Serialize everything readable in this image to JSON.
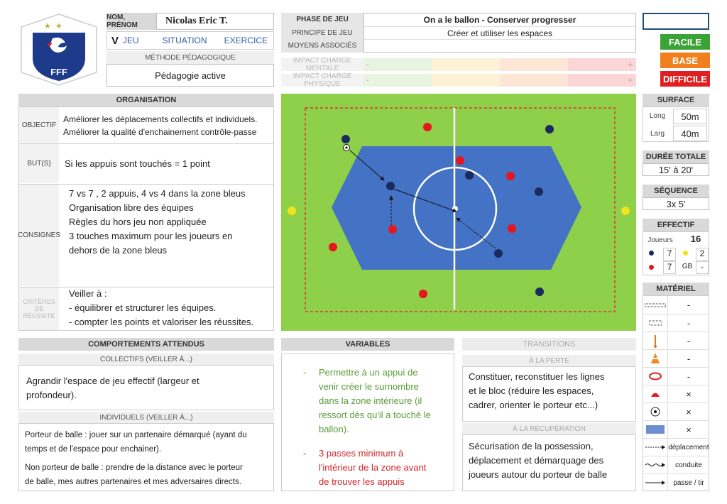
{
  "identity": {
    "nom_label": "NOM, PRÉNOM",
    "nom_value": "Nicolas Eric T.",
    "check": "V",
    "tabs": [
      "JEU",
      "SITUATION",
      "EXERCICE"
    ],
    "methode_label": "MÉTHODE PÉDAGOGIQUE",
    "methode_value": "Pédagogie active",
    "logo_text": "FFF"
  },
  "phase": {
    "phase_label": "PHASE DE JEU",
    "principe_label": "PRINCIPE DE JEU",
    "moyens_label": "MOYENS ASSOCIÉS",
    "phase_value": "On a le ballon - Conserver progresser",
    "principe_value": "Créer et utiliser les espaces",
    "moyens_value": ""
  },
  "impact": {
    "mentale_label": "IMPACT CHARGE MENTALE",
    "physique_label": "IMPACT CHARGE PHYSIQUE",
    "minus": "-",
    "plus": "+"
  },
  "difficulty": {
    "facile": "FACILE",
    "base": "BASE",
    "difficile": "DIFFICILE",
    "colors": {
      "facile": "#3aa335",
      "base": "#f07f1e",
      "difficile": "#e02020"
    }
  },
  "organisation": {
    "title": "ORGANISATION",
    "objectif_label": "OBJECTIF",
    "objectif_lines": [
      "Améliorer les déplacements collectifs et individuels.",
      "Améliorer la qualité d'enchainement contrôle-passe"
    ],
    "but_label": "BUT(S)",
    "but_value": "Si les appuis sont touchés = 1 point",
    "consignes_label": "CONSIGNES",
    "consignes_lines": [
      "7 vs 7 , 2 appuis, 4 vs 4 dans la zone bleus",
      "Organisation libre des équipes",
      "Règles du hors jeu non appliquée",
      "3 touches maximum pour les joueurs en",
      "dehors de la zone bleus"
    ],
    "criteres_label_1": "CRITÈRES",
    "criteres_label_2": "DE RÉUSSITE",
    "criteres_lines": [
      "Veiller à :",
      "- équilibrer et structurer les équipes.",
      "- compter les points et valoriser les réussites."
    ]
  },
  "field": {
    "colors": {
      "grass": "#8ed04a",
      "zone": "#4472c4",
      "red": "#e8141e",
      "navy": "#1a2a5e",
      "yellow": "#f0e51a"
    }
  },
  "surface": {
    "title": "SURFACE",
    "long_label": "Long",
    "long_value": "50m",
    "larg_label": "Larg",
    "larg_value": "40m"
  },
  "duree": {
    "title": "DURÉE TOTALE",
    "value": "15' à 20'"
  },
  "sequence": {
    "title": "SÉQUENCE",
    "value": "3x 5'"
  },
  "effectif": {
    "title": "EFFECTIF",
    "joueurs_label": "Joueurs",
    "joueurs_value": "16",
    "navy_count": "7",
    "yellow_count": "2",
    "red_count": "7",
    "gb_label": "GB",
    "gb_value": "-"
  },
  "materiel": {
    "title": "MATÉRIEL",
    "items": [
      {
        "icon": "hurdles-icon",
        "value": "-"
      },
      {
        "icon": "ladder-icon",
        "value": "-"
      },
      {
        "icon": "pole-icon",
        "value": "-"
      },
      {
        "icon": "cone-icon",
        "value": "-"
      },
      {
        "icon": "hoop-icon",
        "value": "-"
      },
      {
        "icon": "marker-icon",
        "value": "×"
      },
      {
        "icon": "ball-icon",
        "value": "×"
      },
      {
        "icon": "zone-icon",
        "value": "×"
      }
    ],
    "legend": [
      "déplacement",
      "conduite",
      "passe / tir"
    ]
  },
  "comportements": {
    "title": "COMPORTEMENTS ATTENDUS",
    "collectifs_label": "COLLECTIFS (VEILLER À...)",
    "collectifs_lines": [
      "Agrandir l'espace de jeu effectif (largeur et",
      "profondeur)."
    ],
    "individuels_label": "INDIVIDUELS (VEILLER À...)",
    "porteur_lines": [
      "Porteur de balle : jouer sur un partenaire démarqué (ayant du",
      "temps et de l'espace pour enchainer)."
    ],
    "non_porteur_lines": [
      "Non porteur de balle : prendre de la distance avec le porteur",
      "de balle, mes autres partenaires et mes adversaires directs."
    ]
  },
  "variables": {
    "title": "VARIABLES",
    "dash": "-",
    "v1_lines": [
      "Permettre à un appui de",
      "venir créer le surnombre",
      "dans la zone intérieure (il",
      "ressort dès qu'il a touché le",
      "ballon)."
    ],
    "v2_lines": [
      "3 passes minimum à",
      "l'intérieur de la zone avant",
      "de trouver les appuis"
    ],
    "colors": {
      "v1": "#5b9b3a",
      "v2": "#d0262b"
    }
  },
  "transitions": {
    "title": "TRANSITIONS",
    "perte_label": "À LA PERTE",
    "perte_lines": [
      "Constituer, reconstituer les lignes",
      "et le bloc (réduire les espaces,",
      "cadrer, orienter le porteur etc...)"
    ],
    "recup_label": "À LA RÉCUPÉRATION",
    "recup_lines": [
      "Sécurisation de la possession,",
      "déplacement et démarquage des",
      "joueurs autour du porteur de balle"
    ]
  }
}
